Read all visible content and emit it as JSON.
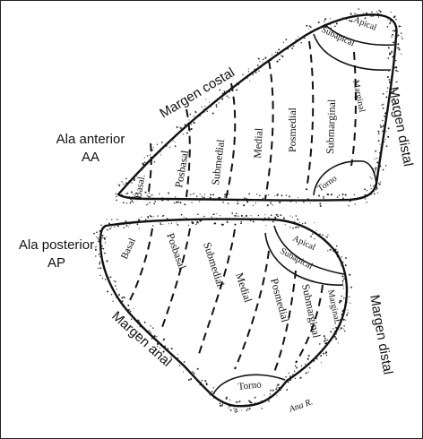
{
  "wings": {
    "anterior": {
      "title": "Ala anterior",
      "code": "AA",
      "margins": {
        "costal": "Margen costal",
        "distal": "Margen distal"
      },
      "regions": {
        "basal": "Basal",
        "posbasal": "Posbasal",
        "submedial": "Submedial",
        "medial": "Medial",
        "posmedial": "Posmedial",
        "submarginal": "Submarginal",
        "marginal": "Marginal",
        "subapical": "Subapical",
        "apical": "Apical",
        "torno": "Torno"
      }
    },
    "posterior": {
      "title": "Ala posterior",
      "code": "AP",
      "margins": {
        "anal": "Margen anal",
        "distal": "Margen distal"
      },
      "regions": {
        "basal": "Basal",
        "posbasal": "Posbasal",
        "submedial": "Submedial",
        "medial": "Medial",
        "posmedial": "Posmedial",
        "submarginal": "Submarginal",
        "marginal": "Marginal",
        "subapical": "Subapical",
        "apical": "Apical",
        "torno": "Torno"
      }
    }
  },
  "signature": "Ana R."
}
